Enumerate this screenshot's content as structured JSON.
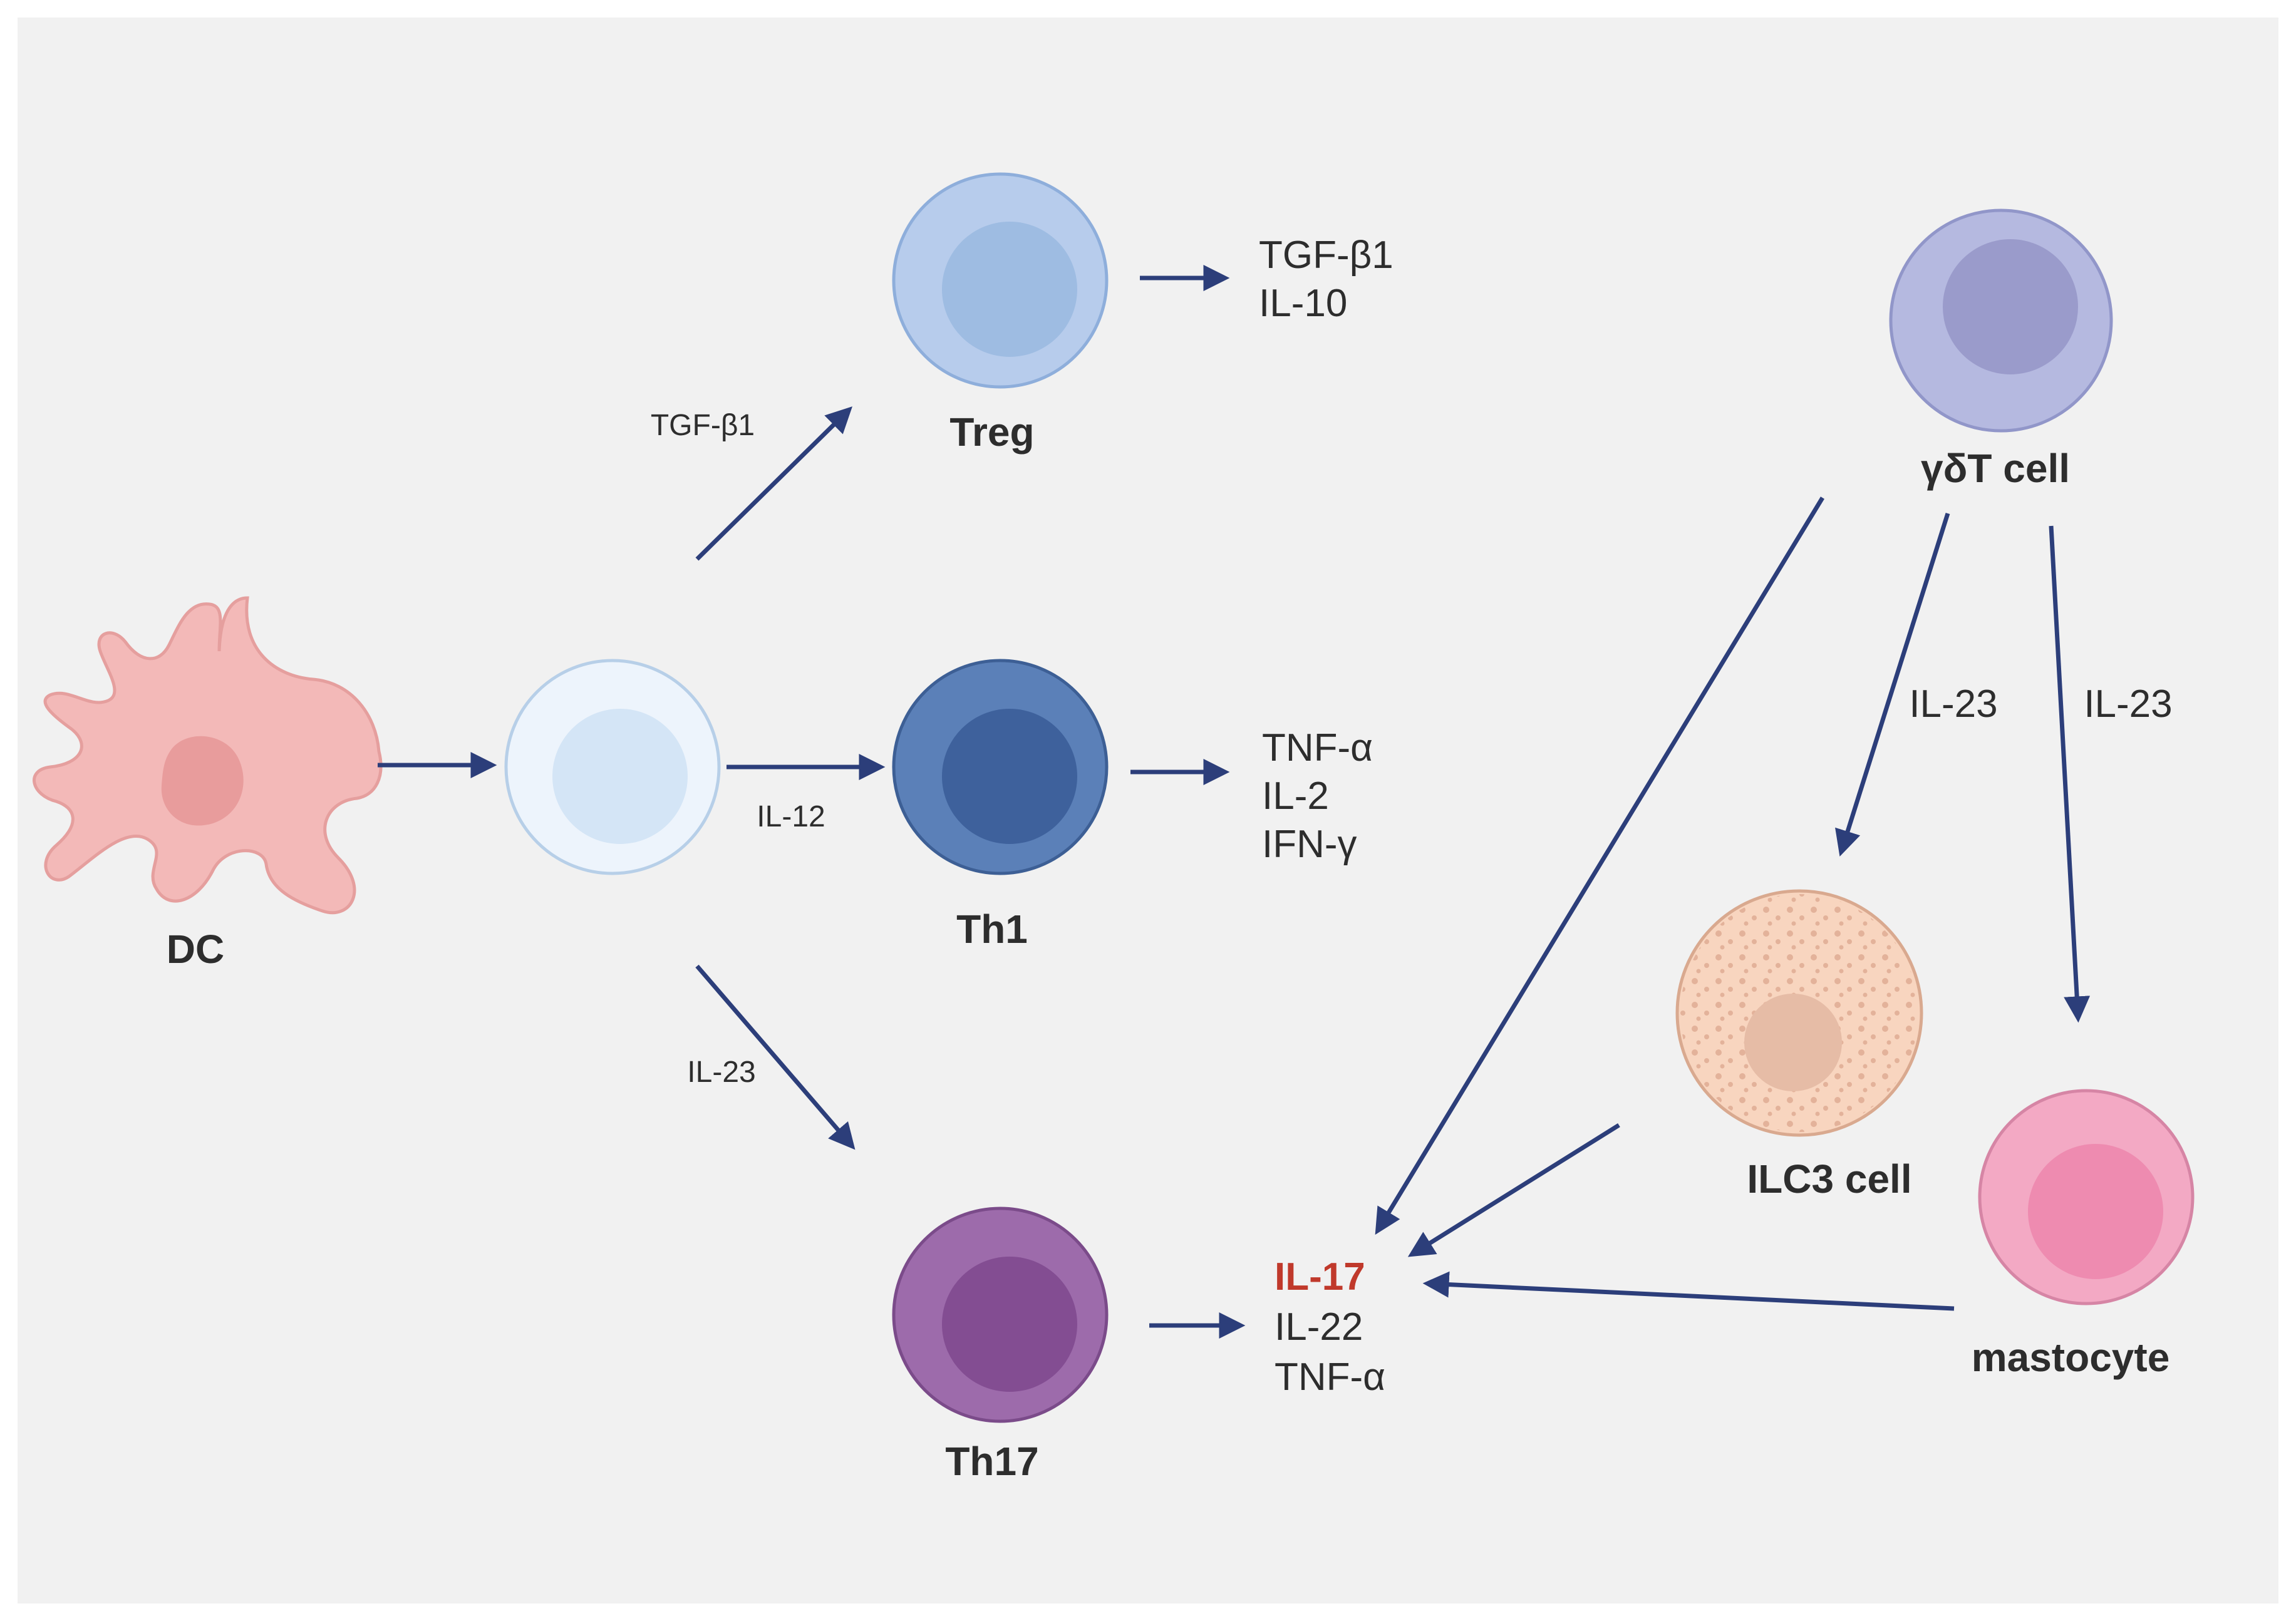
{
  "colors": {
    "panel_bg": "#f1f1f1",
    "arrow": "#2c3e7a",
    "highlight_cytokine": "#c0392b",
    "text": "#2d2d2d"
  },
  "cells": {
    "dc": {
      "label": "DC",
      "icon": "dendritic-cell-icon"
    },
    "naive": {
      "label": "",
      "icon": "naive-t-cell-icon"
    },
    "treg": {
      "label": "Treg",
      "icon": "treg-cell-icon"
    },
    "th1": {
      "label": "Th1",
      "icon": "th1-cell-icon"
    },
    "th17": {
      "label": "Th17",
      "icon": "th17-cell-icon"
    },
    "gdt": {
      "label": "γδT cell",
      "icon": "gamma-delta-t-cell-icon"
    },
    "ilc3": {
      "label": "ILC3 cell",
      "icon": "ilc3-cell-icon"
    },
    "mastocyte": {
      "label": "mastocyte",
      "icon": "mastocyte-icon"
    }
  },
  "edge_labels": {
    "to_treg": "TGF-β1",
    "to_th1": "IL-12",
    "to_th17": "IL-23",
    "gdt_to_ilc3": "IL-23",
    "gdt_to_mastocyte": "IL-23"
  },
  "cytokines": {
    "treg": [
      "TGF-β1",
      "IL-10"
    ],
    "th1": [
      "TNF-α",
      "IL-2",
      "IFN-γ"
    ],
    "th17": [
      "IL-17",
      "IL-22",
      "TNF-α"
    ]
  }
}
